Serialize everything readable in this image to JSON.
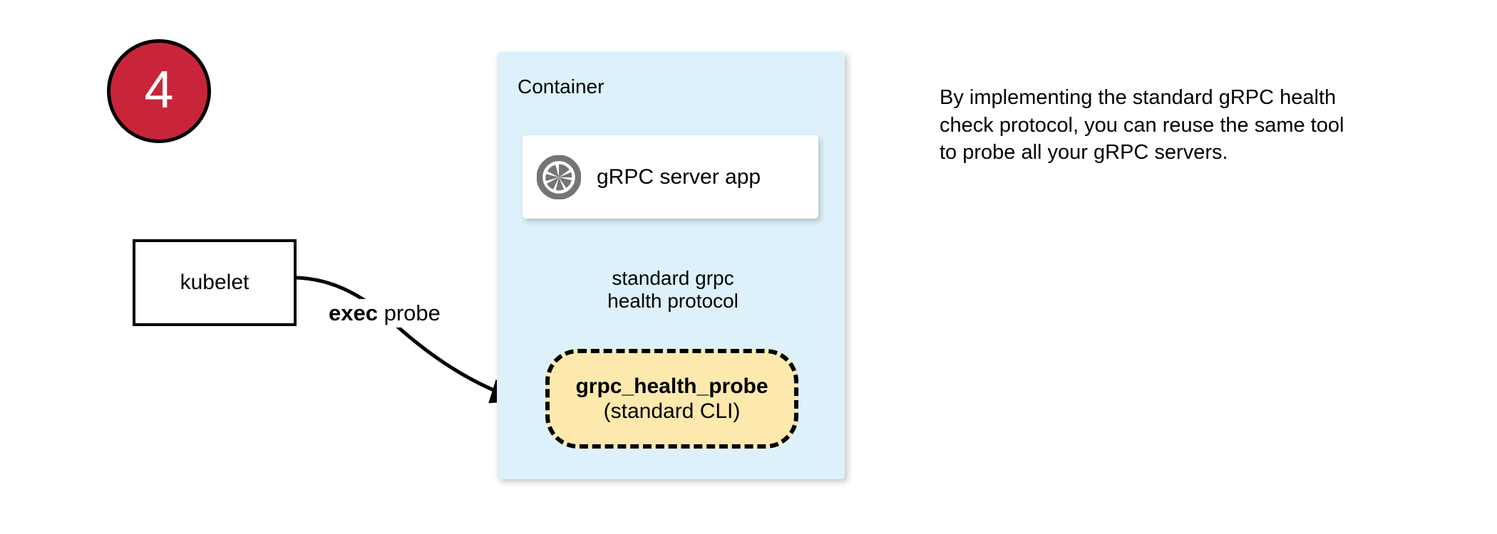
{
  "step": {
    "number": "4",
    "fill_color": "#c8253a",
    "stroke_color": "#000000",
    "text_color": "#ffffff"
  },
  "container": {
    "label": "Container",
    "fill_color": "#ddf1fb"
  },
  "server_app": {
    "label": "gRPC server app",
    "icon": "grpc-logo-icon",
    "icon_color": "#757575",
    "fill_color": "#ffffff"
  },
  "probe": {
    "title": "grpc_health_probe",
    "subtitle": "(standard CLI)",
    "fill_color": "#fde9ad",
    "border_color": "#000000",
    "border_style": "dashed"
  },
  "kubelet": {
    "label": "kubelet",
    "fill_color": "#ffffff",
    "border_color": "#000000"
  },
  "edges": {
    "exec_probe": {
      "label_bold": "exec",
      "label_rest": " probe",
      "from": "kubelet",
      "to": "probe"
    },
    "health_protocol": {
      "line1": "standard grpc",
      "line2": "health protocol",
      "from": "probe",
      "to": "server_app"
    }
  },
  "note": {
    "text": "By implementing the standard gRPC health check protocol, you can reuse the same tool to probe all your gRPC servers."
  }
}
